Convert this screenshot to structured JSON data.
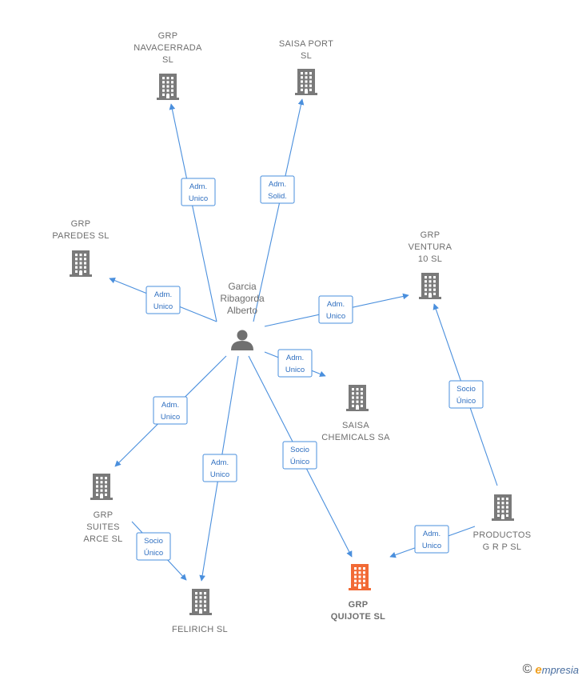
{
  "person": {
    "lines": [
      "Garcia",
      "Ribagorda",
      "Alberto"
    ]
  },
  "companies": [
    {
      "id": "navacerrada",
      "lines": [
        "GRP",
        "NAVACERRADA",
        "SL"
      ],
      "focus": false
    },
    {
      "id": "saisa_port",
      "lines": [
        "SAISA PORT",
        "SL"
      ],
      "focus": false
    },
    {
      "id": "paredes",
      "lines": [
        "GRP",
        "PAREDES  SL"
      ],
      "focus": false
    },
    {
      "id": "ventura",
      "lines": [
        "GRP",
        "VENTURA",
        "10  SL"
      ],
      "focus": false
    },
    {
      "id": "saisa_chem",
      "lines": [
        "SAISA",
        "CHEMICALS SA"
      ],
      "focus": false
    },
    {
      "id": "suites",
      "lines": [
        "GRP",
        "SUITES",
        "ARCE  SL"
      ],
      "focus": false
    },
    {
      "id": "felirich",
      "lines": [
        "FELIRICH  SL"
      ],
      "focus": false
    },
    {
      "id": "quijote",
      "lines": [
        "GRP",
        "QUIJOTE  SL"
      ],
      "focus": true
    },
    {
      "id": "productos",
      "lines": [
        "PRODUCTOS",
        "G R P SL"
      ],
      "focus": false
    }
  ],
  "edges": [
    {
      "from": "person",
      "to": "navacerrada",
      "label": [
        "Adm.",
        "Unico"
      ]
    },
    {
      "from": "person",
      "to": "saisa_port",
      "label": [
        "Adm.",
        "Solid."
      ]
    },
    {
      "from": "person",
      "to": "paredes",
      "label": [
        "Adm.",
        "Unico"
      ]
    },
    {
      "from": "person",
      "to": "ventura",
      "label": [
        "Adm.",
        "Unico"
      ]
    },
    {
      "from": "person",
      "to": "saisa_chem",
      "label": [
        "Adm.",
        "Unico"
      ]
    },
    {
      "from": "person",
      "to": "suites",
      "label": [
        "Adm.",
        "Unico"
      ]
    },
    {
      "from": "person",
      "to": "felirich",
      "label": [
        "Adm.",
        "Unico"
      ]
    },
    {
      "from": "person",
      "to": "quijote",
      "label": [
        "Socio",
        "Único"
      ]
    },
    {
      "from": "productos",
      "to": "ventura",
      "label": [
        "Socio",
        "Único"
      ]
    },
    {
      "from": "productos",
      "to": "quijote",
      "label": [
        "Adm.",
        "Unico"
      ]
    },
    {
      "from": "suites",
      "to": "felirich",
      "label": [
        "Socio",
        "Único"
      ]
    }
  ],
  "colors": {
    "edge": "#4a8fdd",
    "building": "#7a7a7a",
    "focus_building": "#f26a35",
    "person": "#707070"
  },
  "footer": {
    "copyright": "©",
    "brand_initial": "e",
    "brand_rest": "mpresia"
  }
}
